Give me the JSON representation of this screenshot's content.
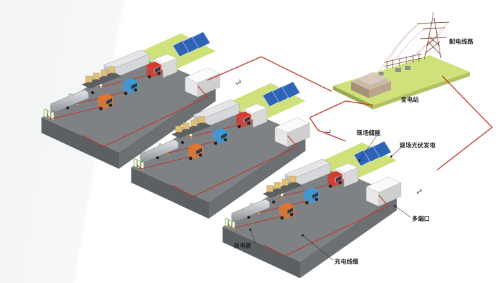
{
  "labels": {
    "power_line": "配电线路",
    "substation": "变电站",
    "onsite_storage": "现场储能",
    "onsite_pv": "现场光伏发电",
    "multi_port": "多端口",
    "charging_pile": "充电桩",
    "charging_cable": "充电线缆"
  },
  "site_numbers": [
    "3",
    "2",
    "1"
  ],
  "colors": {
    "ground": "#7f8285",
    "ground_dark": "#5d6063",
    "grass": "#cfe27a",
    "cable": "#c0392b",
    "panel": "#2f63b8",
    "truck_red": "#d63a2f",
    "truck_blue": "#3a9ad9",
    "truck_orange": "#e5732b"
  }
}
